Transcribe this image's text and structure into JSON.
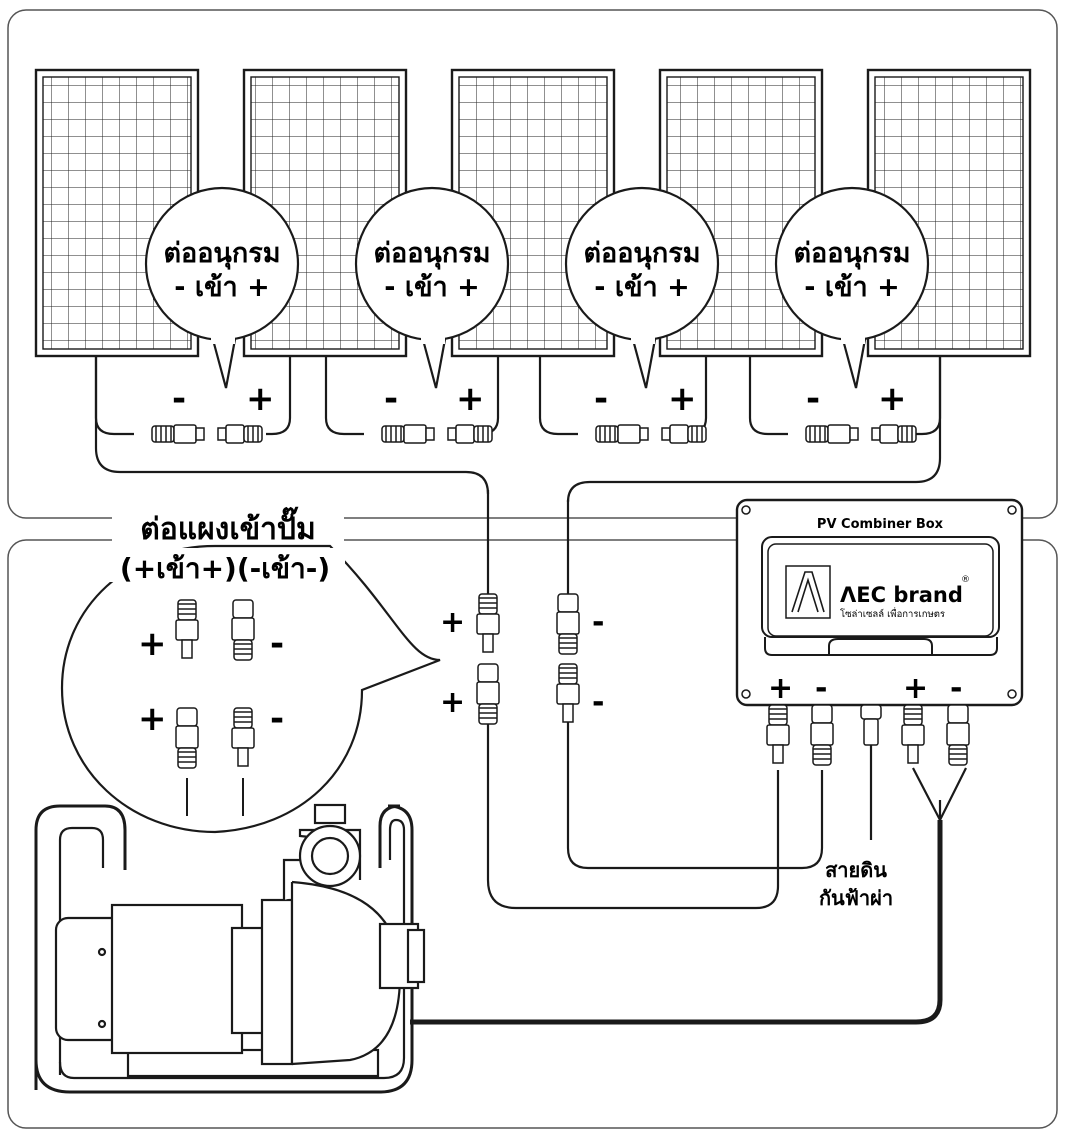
{
  "panel_bubbles": [
    {
      "line1": "ต่ออนุกรม",
      "line2": "- เข้า +"
    },
    {
      "line1": "ต่ออนุกรม",
      "line2": "- เข้า +"
    },
    {
      "line1": "ต่ออนุกรม",
      "line2": "- เข้า +"
    },
    {
      "line1": "ต่ออนุกรม",
      "line2": "- เข้า +"
    }
  ],
  "panel_signs": {
    "minus": "-",
    "plus": "+"
  },
  "pump_callout": {
    "title": "ต่อแผงเข้าปั๊ม",
    "subtitle": "(+เข้า+)(-เข้า-)",
    "plus": "+",
    "minus": "-"
  },
  "middle_signs": {
    "plus": "+",
    "minus": "-"
  },
  "combiner_box": {
    "title": "PV Combiner Box",
    "brand": "ΛEC brand",
    "registered": "®",
    "tagline": "โซล่าเซลล์ เพื่อการเกษตร",
    "plus": "+",
    "minus": "-"
  },
  "ground_label": {
    "line1": "สายดิน",
    "line2": "กันฟ้าผ่า"
  },
  "colors": {
    "stroke": "#1a1a1a",
    "frame": "#555555",
    "fill": "#ffffff"
  }
}
